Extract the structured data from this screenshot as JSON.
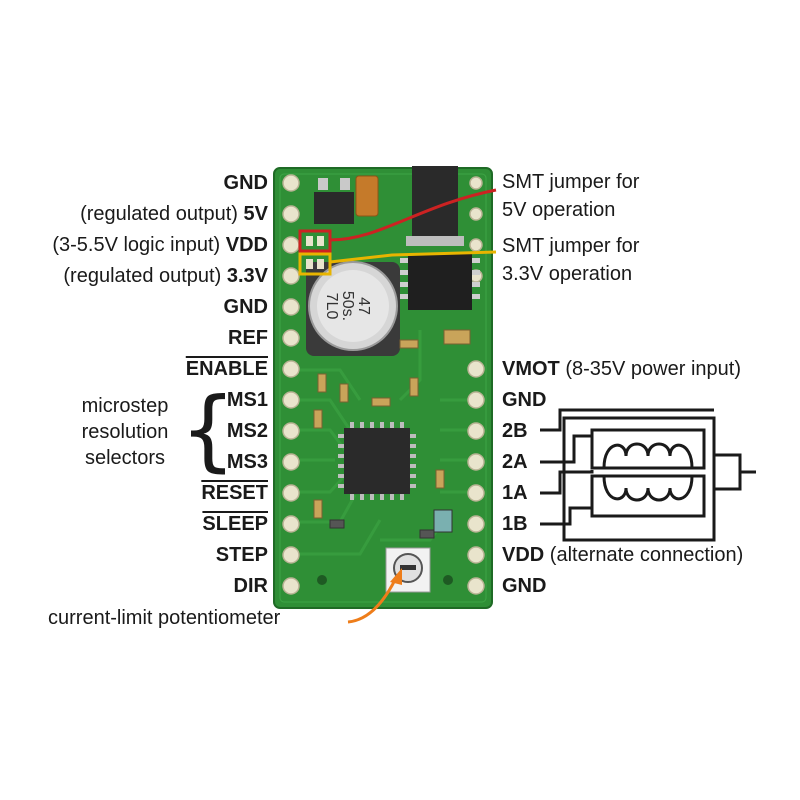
{
  "left_pins": [
    {
      "desc": "",
      "name": "GND",
      "overline": false
    },
    {
      "desc": "(regulated output)",
      "name": "5V",
      "overline": false
    },
    {
      "desc": "(3-5.5V logic input)",
      "name": "VDD",
      "overline": false
    },
    {
      "desc": "(regulated output)",
      "name": "3.3V",
      "overline": false
    },
    {
      "desc": "",
      "name": "GND",
      "overline": false
    },
    {
      "desc": "",
      "name": "REF",
      "overline": false
    },
    {
      "desc": "",
      "name": "ENABLE",
      "overline": true
    },
    {
      "desc": "",
      "name": "MS1",
      "overline": false
    },
    {
      "desc": "",
      "name": "MS2",
      "overline": false
    },
    {
      "desc": "",
      "name": "MS3",
      "overline": false
    },
    {
      "desc": "",
      "name": "RESET",
      "overline": true
    },
    {
      "desc": "",
      "name": "SLEEP",
      "overline": true
    },
    {
      "desc": "",
      "name": "STEP",
      "overline": false
    },
    {
      "desc": "",
      "name": "DIR",
      "overline": false
    }
  ],
  "right_pins": [
    {
      "name": "VMOT",
      "desc": "(8-35V power input)"
    },
    {
      "name": "GND",
      "desc": ""
    },
    {
      "name": "2B",
      "desc": ""
    },
    {
      "name": "2A",
      "desc": ""
    },
    {
      "name": "1A",
      "desc": ""
    },
    {
      "name": "1B",
      "desc": ""
    },
    {
      "name": "VDD",
      "desc": "(alternate connection)"
    },
    {
      "name": "GND",
      "desc": ""
    }
  ],
  "callouts": {
    "jumper_5v": {
      "line1": "SMT jumper for",
      "line2": "5V operation",
      "color": "#cc2222"
    },
    "jumper_3v3": {
      "line1": "SMT jumper for",
      "line2": "3.3V operation",
      "color": "#e8b400"
    },
    "potentiometer": {
      "text": "current-limit potentiometer",
      "color": "#ee7d1a"
    }
  },
  "microstep_group": {
    "line1": "microstep",
    "line2": "resolution",
    "line3": "selectors"
  },
  "chip_markings": {
    "capacitor": "47\n50s.\n7L0"
  },
  "colors": {
    "pcb": "#2f8f36",
    "pcb_dark": "#23752b",
    "pad": "#e9e4cc",
    "ic": "#2a2a2a"
  }
}
